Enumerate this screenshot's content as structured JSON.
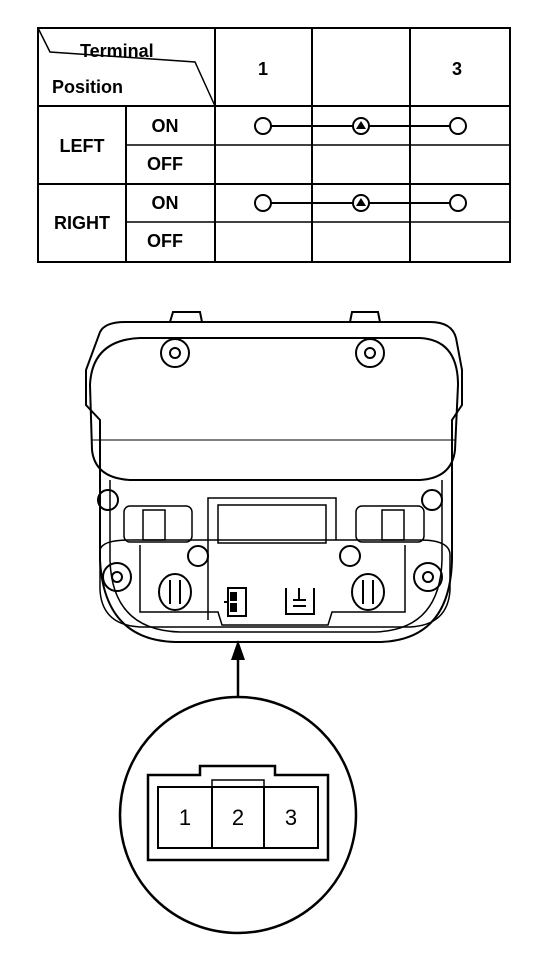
{
  "table": {
    "header_terminal": "Terminal",
    "header_position": "Position",
    "columns": [
      "1",
      "",
      "3"
    ],
    "rows": [
      {
        "position": "LEFT",
        "states": [
          {
            "label": "ON",
            "continuity": true
          },
          {
            "label": "OFF",
            "continuity": false
          }
        ]
      },
      {
        "position": "RIGHT",
        "states": [
          {
            "label": "ON",
            "continuity": true
          },
          {
            "label": "OFF",
            "continuity": false
          }
        ]
      }
    ]
  },
  "connector": {
    "pins": [
      "1",
      "2",
      "3"
    ]
  }
}
